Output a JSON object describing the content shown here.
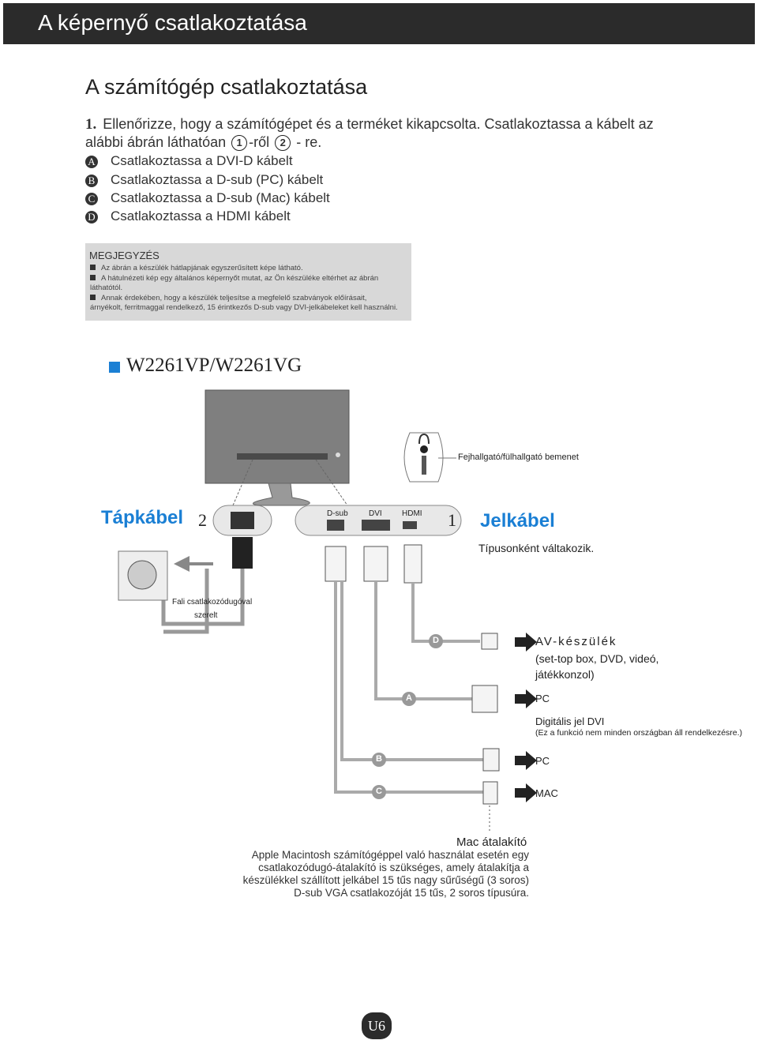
{
  "header": {
    "title": "A képernyő csatlakoztatása"
  },
  "section": {
    "title": "A számítógép csatlakoztatása"
  },
  "step1": {
    "number": "1.",
    "text_a": "Ellenőrizze, hogy a számítógépet és a terméket kikapcsolta. Csatlakoztassa a kábelt az alábbi ábrán láthatóan",
    "circle_1": "1",
    "text_b": "-ről",
    "circle_2": "2",
    "text_c": "- re."
  },
  "options": [
    {
      "letter": "A",
      "text": "Csatlakoztassa a DVI-D kábelt"
    },
    {
      "letter": "B",
      "text": "Csatlakoztassa a D-sub (PC) kábelt"
    },
    {
      "letter": "C",
      "text": "Csatlakoztassa a D-sub (Mac) kábelt"
    },
    {
      "letter": "D",
      "text": "Csatlakoztassa a HDMI kábelt"
    }
  ],
  "note": {
    "title": "MEGJEGYZÉS",
    "items": [
      "Az ábrán a készülék hátlapjának egyszerűsített képe látható.",
      "A hátulnézeti kép egy általános képernyőt mutat, az Ön készüléke eltérhet az ábrán láthatótól.",
      "Annak érdekében, hogy a készülék teljesítse a megfelelő szabványok előírásait, árnyékolt, ferritmaggal rendelkező, 15 érintkezős D-sub vagy DVI-jelkábeleket kell használni."
    ]
  },
  "model": "W2261VP/W2261VG",
  "diagram": {
    "headphone_label": "Fejhallgató/fülhallgató bemenet",
    "power_cable": "Tápkábel",
    "signal_cable": "Jelkábel",
    "num_2": "2",
    "num_1": "1",
    "port_dsub": "D-sub",
    "port_dvi": "DVI",
    "port_hdmi": "HDMI",
    "varies": "Típusonként váltakozik.",
    "wall_line1": "Fali csatlakozódugóval",
    "wall_line2": "szerelt",
    "letters": {
      "a": "A",
      "b": "B",
      "c": "C",
      "d": "D"
    },
    "av_title": "AV-készülék",
    "av_line1": "(set-top box, DVD, videó,",
    "av_line2": "játékkonzol)",
    "pc_a": "PC",
    "digital_dvi": "Digitális jel DVI",
    "digital_note": "(Ez a funkció nem minden országban áll rendelkezésre.)",
    "pc_b": "PC",
    "mac": "MAC",
    "mac_adapter_title": "Mac átalakító",
    "mac_adapter_text": "Apple Macintosh számítógéppel való használat esetén egy csatlakozódugó-átalakító is szükséges, amely átalakítja a készülékkel szállított jelkábel 15 tűs nagy sűrűségű (3 soros) D-sub VGA csatlakozóját 15 tűs, 2 soros típusúra."
  },
  "page": "U6",
  "colors": {
    "accent_blue": "#1a7fd4",
    "header_bg": "#2b2b2b",
    "note_bg": "#d8d8d8"
  }
}
